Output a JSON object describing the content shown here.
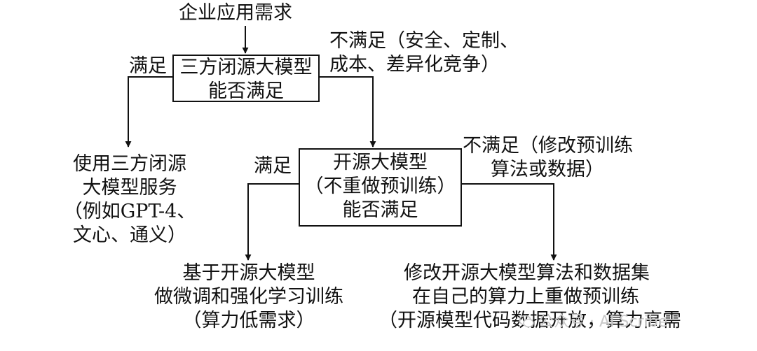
{
  "diagram": {
    "start": "企业应用需求",
    "decision1": {
      "line1": "三方闭源大模型",
      "line2": "能否满足"
    },
    "d1_yes_label": "满足",
    "d1_no_label": {
      "line1": "不满足（安全、定制、",
      "line2": "成本、差异化竞争）"
    },
    "outcome_closed": {
      "line1": "使用三方闭源",
      "line2": "大模型服务",
      "line3": "（例如GPT-4、",
      "line4": "文心、通义）"
    },
    "decision2": {
      "line1": "开源大模型",
      "line2": "（不重做预训练）",
      "line3": "能否满足"
    },
    "d2_yes_label": "满足",
    "d2_no_label": {
      "line1": "不满足（修改预训练",
      "line2": "算法或数据）"
    },
    "outcome_finetune": {
      "line1": "基于开源大模型",
      "line2": "做微调和强化学习训练",
      "line3": "（算力低需求）"
    },
    "outcome_pretrain": {
      "line1": "修改开源大模型算法和数据集",
      "line2": "在自己的算力上重做预训练",
      "line3": "（开源模型代码数据开放，算力高需"
    }
  },
  "watermark": {
    "text": "公众号 · AI Scribe",
    "icon": "wechat-icon"
  }
}
